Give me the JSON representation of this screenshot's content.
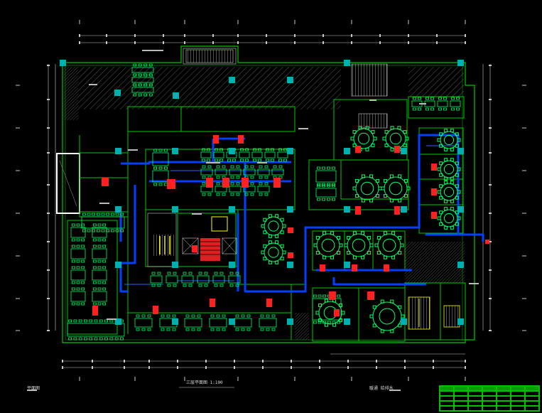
{
  "drawing": {
    "plan_title": "三层平面图  1:100",
    "bottom_left_note": "平面图",
    "bottom_right_note": "暖通  给排水"
  },
  "colors": {
    "background": "#000000",
    "wall": "#00c800",
    "furniture": "#00ff66",
    "duct": "#0040ff",
    "equipment": "#ff2020",
    "grid_dim": "#d0d0d0",
    "hatch": "#7a7a7a",
    "stair": "#ffff00",
    "cyan_column": "#00c0c0"
  }
}
